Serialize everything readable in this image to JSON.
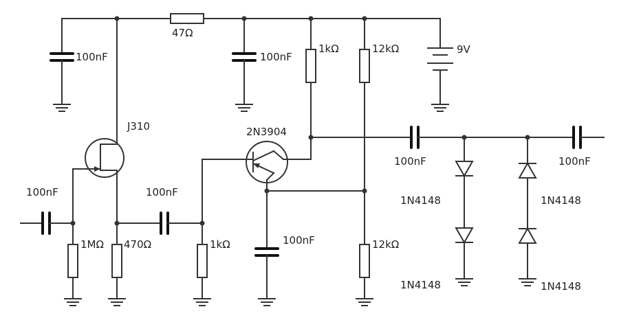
{
  "schematic": {
    "labels": {
      "r_supply": "47Ω",
      "c_supply1": "100nF",
      "c_supply2": "100nF",
      "r_collector": "1kΩ",
      "r_bias_top": "12kΩ",
      "battery": "9V",
      "jfet": "J310",
      "bjt": "2N3904",
      "c_input": "100nF",
      "c_coupling": "100nF",
      "r_gate": "1MΩ",
      "r_source": "470Ω",
      "r_base": "1kΩ",
      "c_emitter": "100nF",
      "r_bias_bottom": "12kΩ",
      "c_output1": "100nF",
      "c_output2": "100nF",
      "d1": "1N4148",
      "d2": "1N4148",
      "d3": "1N4148",
      "d4": "1N4148"
    }
  }
}
